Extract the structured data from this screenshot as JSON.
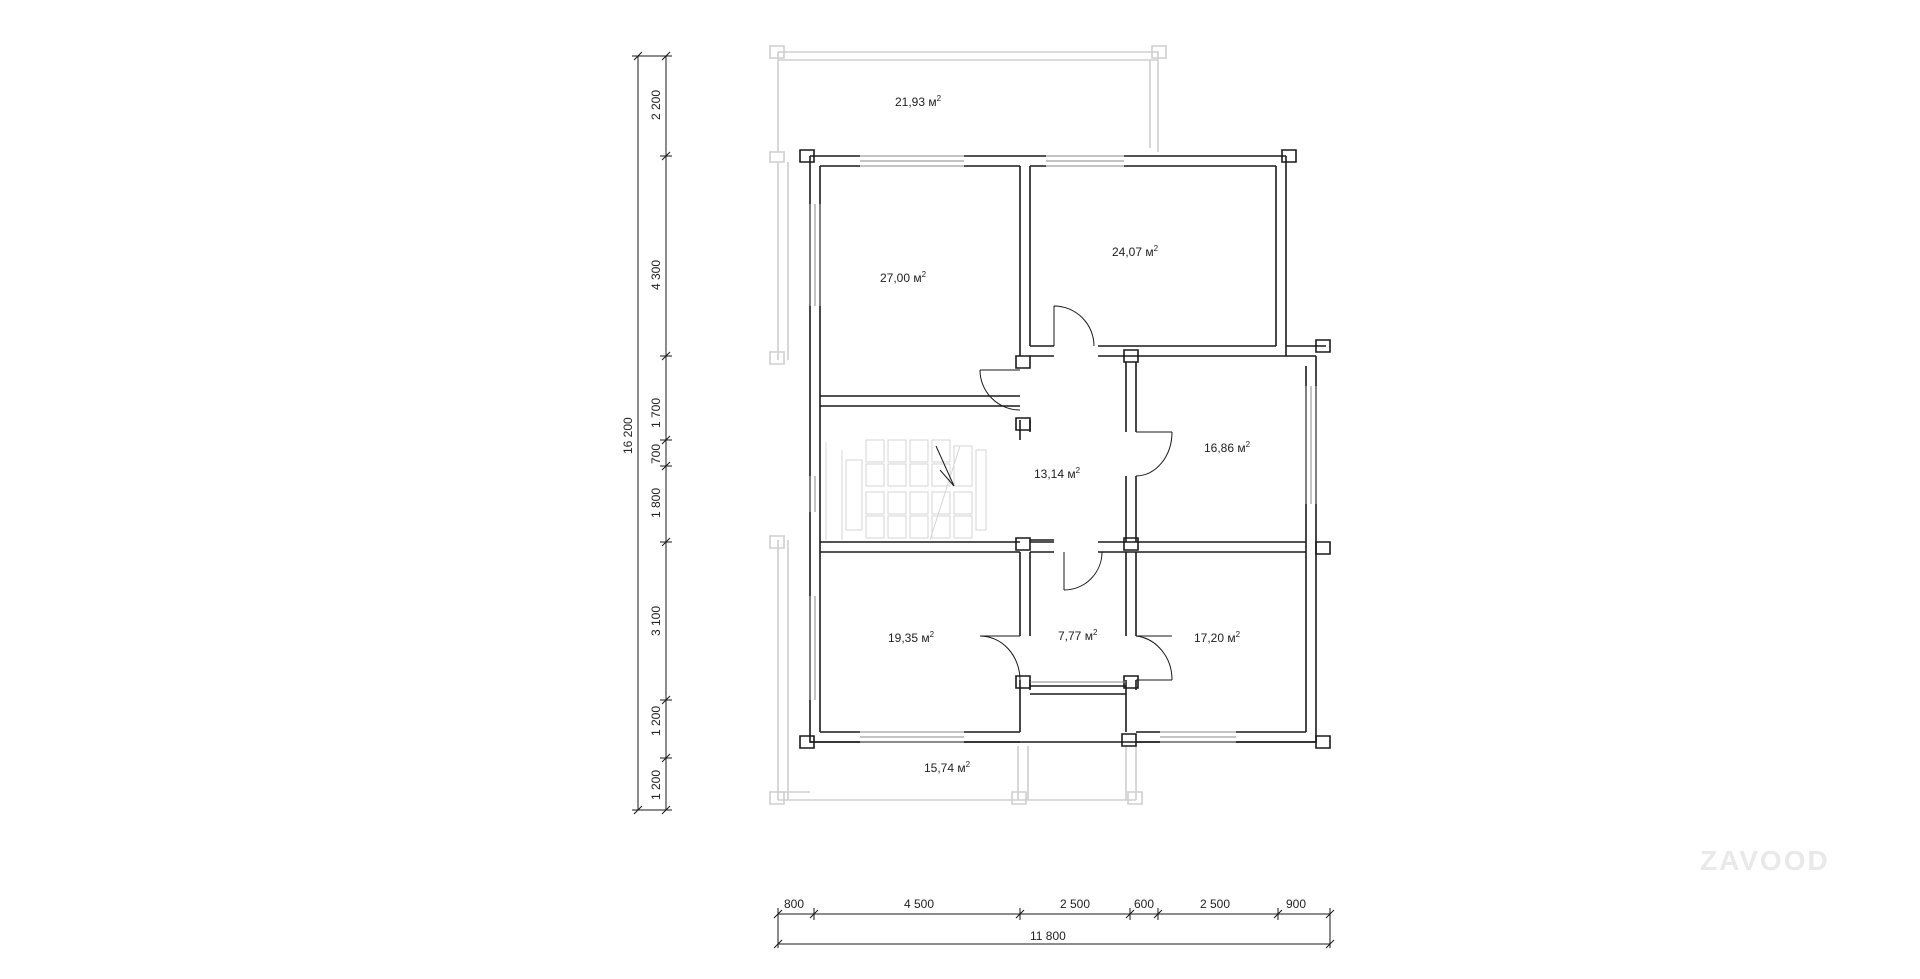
{
  "rooms": [
    {
      "id": "terrace-top",
      "area": "21,93 м",
      "unit_sup": "2"
    },
    {
      "id": "room-1",
      "area": "27,00 м",
      "unit_sup": "2"
    },
    {
      "id": "room-2",
      "area": "24,07 м",
      "unit_sup": "2"
    },
    {
      "id": "room-3",
      "area": "16,86 м",
      "unit_sup": "2"
    },
    {
      "id": "hall",
      "area": "13,14 м",
      "unit_sup": "2"
    },
    {
      "id": "room-4",
      "area": "19,35 м",
      "unit_sup": "2"
    },
    {
      "id": "bath",
      "area": "7,77 м",
      "unit_sup": "2"
    },
    {
      "id": "room-5",
      "area": "17,20 м",
      "unit_sup": "2"
    },
    {
      "id": "terrace-bottom",
      "area": "15,74 м",
      "unit_sup": "2"
    }
  ],
  "dims_vertical": [
    "2 200",
    "4 300",
    "1 700",
    "700",
    "1 800",
    "3 100",
    "1 200",
    "1 200"
  ],
  "dim_vertical_total": "16 200",
  "dims_horizontal": [
    "800",
    "4 500",
    "2 500",
    "600",
    "2 500",
    "900"
  ],
  "dim_horizontal_total": "11 800",
  "watermark": "ZAVOOD"
}
